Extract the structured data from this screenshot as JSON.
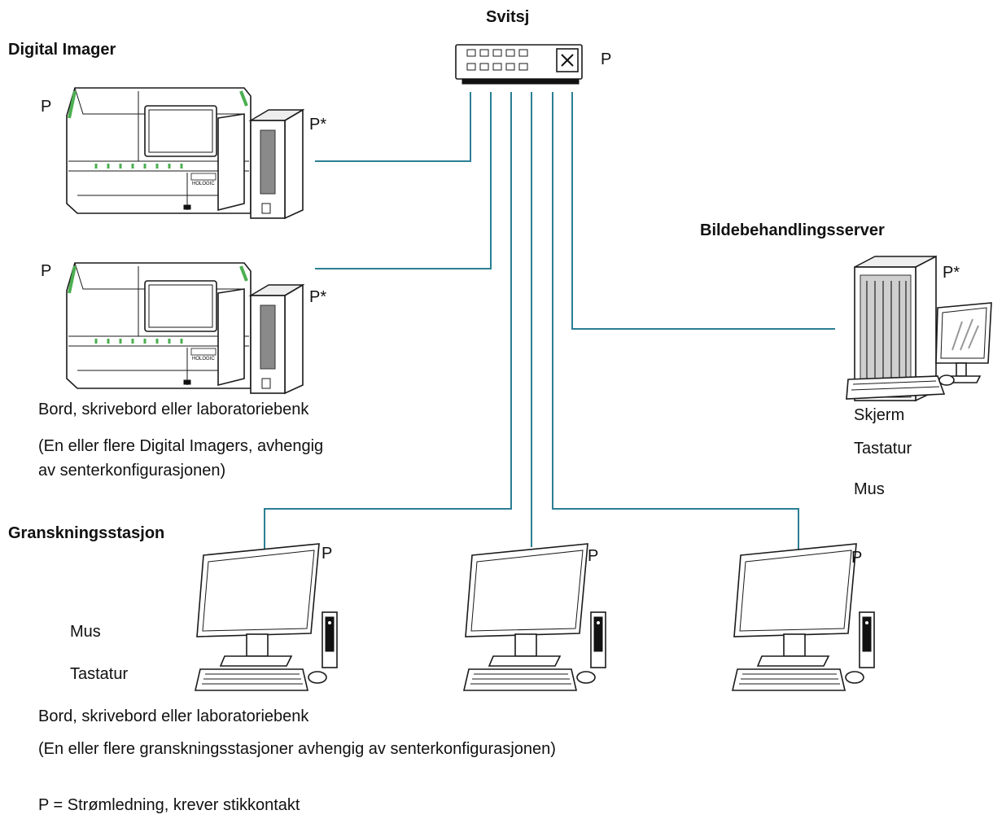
{
  "switch": {
    "title": "Svitsj",
    "power": "P",
    "icon": "network-switch-icon"
  },
  "digital_imager": {
    "heading": "Digital Imager",
    "unit1_power": "P",
    "unit1_pc_power": "P*",
    "unit2_power": "P",
    "unit2_pc_power": "P*",
    "brand": "HOLOGIC",
    "table_label": "Bord, skrivebord eller laboratoriebenk",
    "note_line1": "(En eller flere Digital Imagers, avhengig",
    "note_line2": "av senterkonfigurasjonen)"
  },
  "server": {
    "heading": "Bildebehandlingsserver",
    "power": "P*",
    "monitor": "Skjerm",
    "keyboard": "Tastatur",
    "mouse": "Mus"
  },
  "review": {
    "heading": "Granskningsstasjon",
    "station_power": [
      "P",
      "P",
      "P"
    ],
    "mouse": "Mus",
    "keyboard": "Tastatur",
    "table_label": "Bord, skrivebord eller laboratoriebenk",
    "note": "(En eller flere granskningsstasjoner avhengig av senterkonfigurasjonen)"
  },
  "legend": "P = Strømledning, krever stikkontakt"
}
